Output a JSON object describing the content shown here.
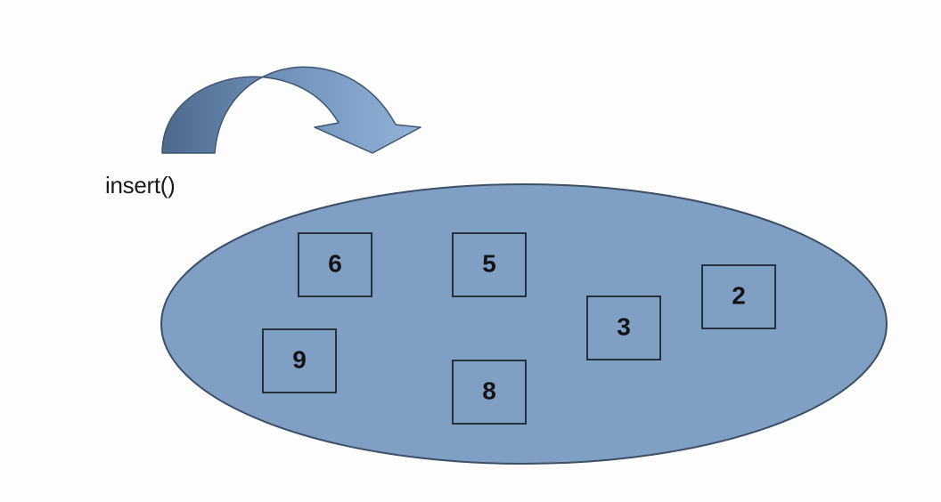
{
  "operation": {
    "label": "insert()"
  },
  "colors": {
    "set_fill": "#7f9fc4",
    "set_stroke": "#3c4f66",
    "arrow_dark": "#4f6d90",
    "arrow_light": "#8fb0d6",
    "node_stroke": "#26313f",
    "text": "#141414"
  },
  "set": {
    "elements": [
      "6",
      "5",
      "2",
      "3",
      "9",
      "8"
    ]
  }
}
